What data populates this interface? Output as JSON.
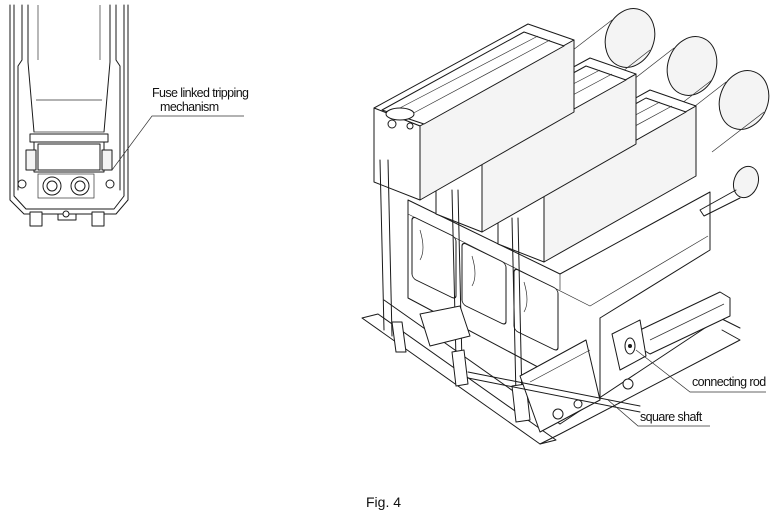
{
  "labels": {
    "fuse_linked_line1": "Fuse linked tripping",
    "fuse_linked_line2": "mechanism",
    "connecting_rod": "connecting rod",
    "square_shaft": "square shaft"
  },
  "caption": "Fig. 4"
}
